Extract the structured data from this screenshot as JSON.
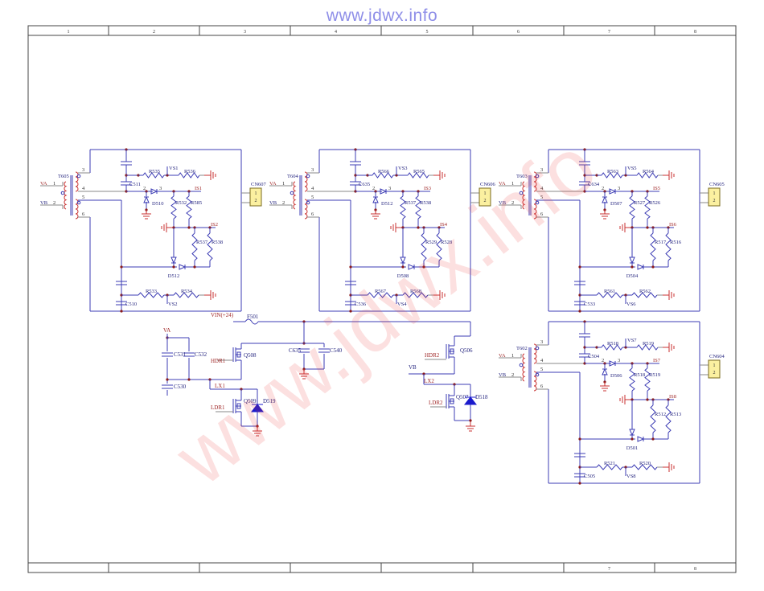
{
  "header": {
    "site": "www.jdwx.info"
  },
  "watermark": "www.jdwx.info",
  "frame": {
    "top_columns": [
      "1",
      "2",
      "3",
      "4",
      "5",
      "6",
      "7",
      "8"
    ],
    "bottom_columns": [
      "7",
      "8"
    ]
  },
  "common": {
    "va": "VA",
    "vb": "VB",
    "p1": "1",
    "p2": "2",
    "p3": "3",
    "p4": "4",
    "p5": "5",
    "p6": "6",
    "d2": "2",
    "d3": "3",
    "cn1": "1",
    "cn2": "2"
  },
  "blocks": [
    {
      "transformer": "T605",
      "connector": "CN607",
      "cap_top": "C511",
      "cap_bottom": "C510",
      "r_top_a": "R535",
      "r_top_b": "R536",
      "r_mid_a": "R532",
      "r_mid_b": "R585",
      "r_low_a": "R537",
      "r_low_b": "R538",
      "r_bot_a": "R533",
      "r_bot_b": "R534",
      "d_clamp": "D510",
      "d_rect": "D512",
      "vs_top": "VS1",
      "is_top": "IS1",
      "is_low": "IS2",
      "vs_bot": "VS2"
    },
    {
      "transformer": "T604",
      "connector": "CN606",
      "cap_top": "C635",
      "cap_bottom": "C536",
      "r_top_a": "R566",
      "r_top_b": "R565",
      "r_mid_a": "R537",
      "r_mid_b": "R538",
      "r_low_a": "R529",
      "r_low_b": "R528",
      "r_bot_a": "R567",
      "r_bot_b": "R568",
      "d_clamp": "D512",
      "d_rect": "D508",
      "vs_top": "VS3",
      "is_top": "IS3",
      "is_low": "IS4",
      "vs_bot": "VS4"
    },
    {
      "transformer": "T603",
      "connector": "CN605",
      "cap_top": "C634",
      "cap_bottom": "C533",
      "r_top_a": "R563",
      "r_top_b": "R564",
      "r_mid_a": "R527",
      "r_mid_b": "R526",
      "r_low_a": "R517",
      "r_low_b": "R516",
      "r_bot_a": "R561",
      "r_bot_b": "R562",
      "d_clamp": "D507",
      "d_rect": "D504",
      "vs_top": "VS5",
      "is_top": "IS5",
      "is_low": "IS6",
      "vs_bot": "VS6"
    },
    {
      "transformer": "T602",
      "connector": "CN604",
      "cap_top": "C504",
      "cap_bottom": "C505",
      "r_top_a": "R518",
      "r_top_b": "R519",
      "r_mid_a": "R518",
      "r_mid_b": "R519",
      "r_low_a": "R512",
      "r_low_b": "R513",
      "r_bot_a": "R521",
      "r_bot_b": "R520",
      "d_clamp": "D506",
      "d_rect": "D501",
      "vs_top": "VS7",
      "is_top": "IS7",
      "is_low": "IS8",
      "vs_bot": "VS8"
    }
  ],
  "driver": {
    "vin": "VIN(+24)",
    "fuse": "F501",
    "c_bulk_a": "C635",
    "c_bulk_b": "C540",
    "va": "VA",
    "c531": "C531",
    "c532": "C532",
    "c530": "C530",
    "q_high_1": "Q508",
    "hdr1": "HDR1",
    "lx1": "LX1",
    "q_low_1": "Q509",
    "d519": "D519",
    "ldr1": "LDR1",
    "q_high_2": "Q506",
    "hdr2": "HDR2",
    "vb": "VB",
    "lx2": "LX2",
    "q_low_2": "Q507",
    "d518": "D518",
    "ldr2": "LDR2"
  }
}
